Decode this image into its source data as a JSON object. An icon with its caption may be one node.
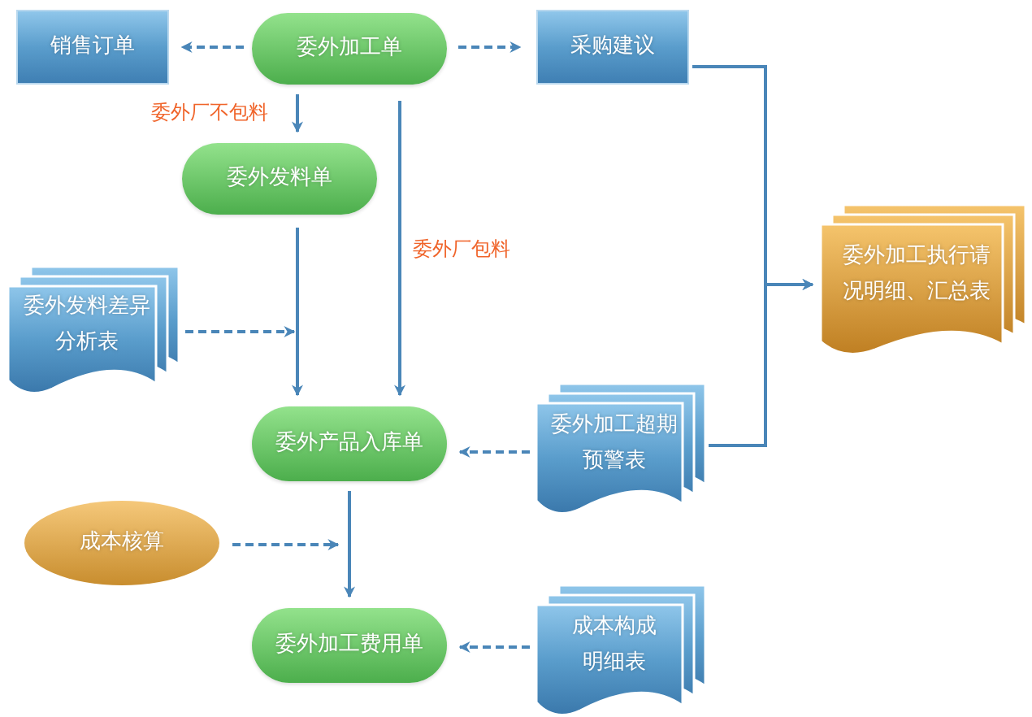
{
  "diagram": {
    "nodes": [
      {
        "text": [
          "委外加工单"
        ]
      },
      {
        "text": [
          "销售订单"
        ]
      },
      {
        "text": [
          "采购建议"
        ]
      },
      {
        "text": [
          "委外发料单"
        ]
      },
      {
        "text": [
          "委外发料差异分析表"
        ]
      },
      {
        "text": [
          "委外加工执行请况明细、汇总表"
        ]
      },
      {
        "text": [
          "委外产品入库单"
        ]
      },
      {
        "text": [
          "委外加工超期预警表"
        ]
      },
      {
        "text": [
          "成本核算"
        ]
      },
      {
        "text": [
          "委外加工费用单"
        ]
      },
      {
        "text": [
          "成本构成明细表"
        ]
      }
    ],
    "edges": [
      {
        "from": 0,
        "to": 1,
        "arrow": "to",
        "style": "dashed"
      },
      {
        "from": 0,
        "to": 2,
        "arrow": "to",
        "style": "dashed"
      },
      {
        "from": 0,
        "to": 3,
        "arrow": "to",
        "label": "委外厂不包料"
      },
      {
        "from": 0,
        "to": 6,
        "arrow": "to",
        "label": "委外厂包料"
      },
      {
        "from": 3,
        "to": 6,
        "arrow": "to"
      },
      {
        "from": 4,
        "to": 6,
        "arrow": "to",
        "style": "dashed"
      },
      {
        "from": 2,
        "to": 5,
        "arrow": "to"
      },
      {
        "from": 7,
        "to": 5,
        "arrow": "to"
      },
      {
        "from": 7,
        "to": 6,
        "arrow": "to",
        "style": "dashed"
      },
      {
        "from": 6,
        "to": 9,
        "arrow": "to"
      },
      {
        "from": 8,
        "to": 9,
        "arrow": "to",
        "style": "dashed"
      },
      {
        "from": 10,
        "to": 9,
        "arrow": "to",
        "style": "dashed"
      }
    ]
  }
}
